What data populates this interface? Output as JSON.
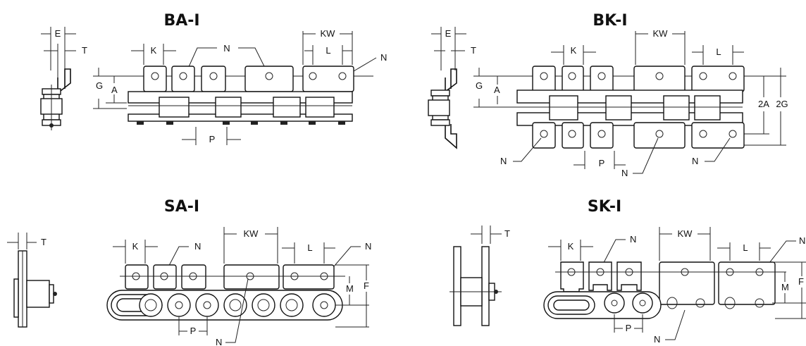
{
  "diagrams": [
    {
      "title": "BA-I",
      "labels": {
        "E": "E",
        "T": "T",
        "K": "K",
        "N": "N",
        "N2": "N",
        "KW": "KW",
        "L": "L",
        "G": "G",
        "A": "A",
        "P": "P"
      }
    },
    {
      "title": "BK-I",
      "labels": {
        "E": "E",
        "T": "T",
        "K": "K",
        "KW": "KW",
        "L": "L",
        "G": "G",
        "A": "A",
        "A2": "2A",
        "G2": "2G",
        "N1": "N",
        "N2": "N",
        "N3": "N",
        "P": "P"
      }
    },
    {
      "title": "SA-I",
      "labels": {
        "T": "T",
        "K": "K",
        "N": "N",
        "KW": "KW",
        "L": "L",
        "N2": "N",
        "M": "M",
        "F": "F",
        "P": "P",
        "N3": "N"
      }
    },
    {
      "title": "SK-I",
      "labels": {
        "T": "T",
        "K": "K",
        "N": "N",
        "KW": "KW",
        "L": "L",
        "N2": "N",
        "M": "M",
        "F": "F",
        "P": "P",
        "N3": "N"
      }
    }
  ]
}
